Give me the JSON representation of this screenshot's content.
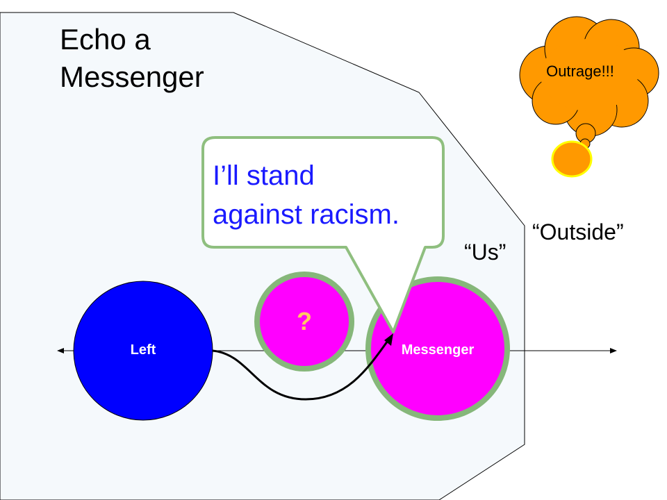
{
  "title": "Echo a\nMessenger",
  "labels": {
    "us": "“Us”",
    "outside": "“Outside”"
  },
  "speech_bubble": {
    "text": "I’ll stand\nagainst racism."
  },
  "thought_bubble": {
    "text": "Outrage!!!"
  },
  "nodes": {
    "left": "Left",
    "unknown": "?",
    "messenger": "Messenger"
  },
  "colors": {
    "region_fill": "#f5f9fc",
    "left_node": "#0000ff",
    "magenta_node": "#ff00ff",
    "node_border": "#86b77a",
    "speech_border": "#8fbf7f",
    "speech_text": "#1a1aff",
    "thought_cloud": "#ff9900",
    "thought_dot": "#ffff00",
    "question_mark": "#ffc864"
  }
}
